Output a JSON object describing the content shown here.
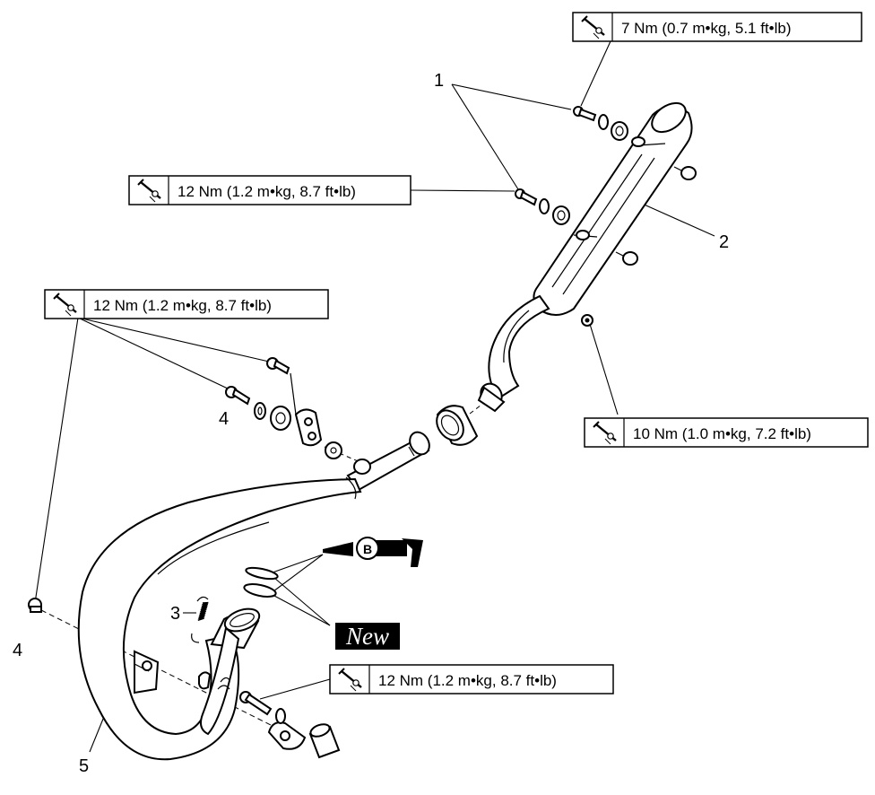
{
  "torque_specs": [
    {
      "id": "t1",
      "text": "7 Nm (0.7 m•kg, 5.1 ft•lb)"
    },
    {
      "id": "t2",
      "text": "12 Nm (1.2 m•kg, 8.7 ft•lb)"
    },
    {
      "id": "t3",
      "text": "12 Nm (1.2 m•kg, 8.7 ft•lb)"
    },
    {
      "id": "t4",
      "text": "10 Nm (1.0 m•kg, 7.2 ft•lb)"
    },
    {
      "id": "t5",
      "text": "12 Nm (1.2 m•kg, 8.7 ft•lb)"
    }
  ],
  "callouts": {
    "c1": "1",
    "c2": "2",
    "c3": "3",
    "c4a": "4",
    "c4b": "4",
    "c5": "5"
  },
  "badges": {
    "new_label": "New",
    "grease_letter": "B"
  },
  "icons": {
    "torque": "torque-wrench-icon",
    "grease": "grease-gun-icon"
  },
  "colors": {
    "line": "#000000",
    "background": "#ffffff",
    "new_badge_bg": "#000000"
  }
}
